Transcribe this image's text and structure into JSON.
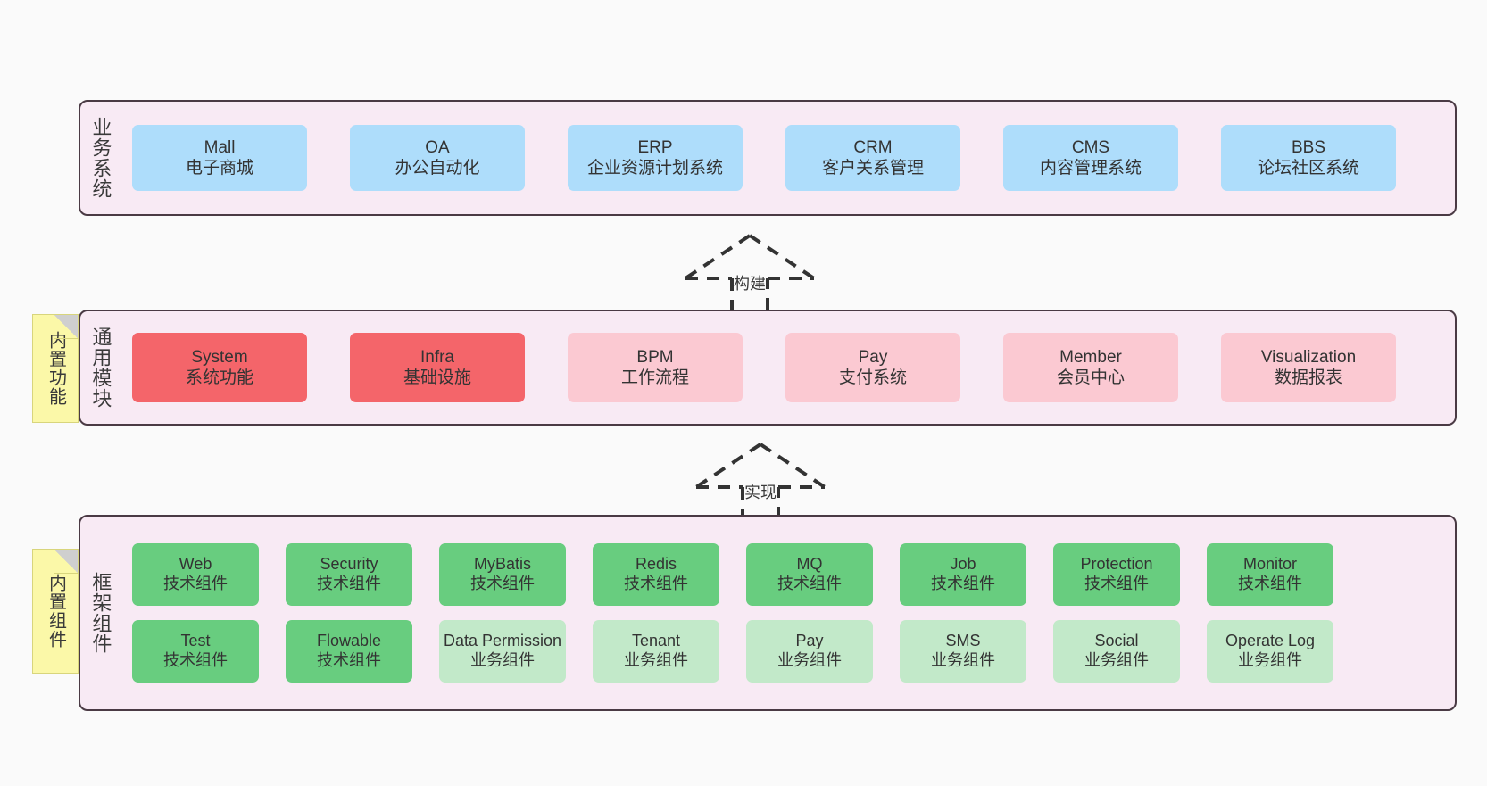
{
  "diagram": {
    "background_color": "#fafafa",
    "panel_fill": "#f8eaf4",
    "panel_border": "#4a3a44"
  },
  "layers": [
    {
      "id": "business",
      "title": "业务系统",
      "rows": [
        [
          {
            "name": "Mall",
            "desc": "电子商城",
            "color": "#aeddfb"
          },
          {
            "name": "OA",
            "desc": "办公自动化",
            "color": "#aeddfb"
          },
          {
            "name": "ERP",
            "desc": "企业资源计划系统",
            "color": "#aeddfb"
          },
          {
            "name": "CRM",
            "desc": "客户关系管理",
            "color": "#aeddfb"
          },
          {
            "name": "CMS",
            "desc": "内容管理系统",
            "color": "#aeddfb"
          },
          {
            "name": "BBS",
            "desc": "论坛社区系统",
            "color": "#aeddfb"
          }
        ]
      ]
    },
    {
      "id": "common",
      "title": "通用模块",
      "note": "内置功能",
      "rows": [
        [
          {
            "name": "System",
            "desc": "系统功能",
            "color": "#f4656a"
          },
          {
            "name": "Infra",
            "desc": "基础设施",
            "color": "#f4656a"
          },
          {
            "name": "BPM",
            "desc": "工作流程",
            "color": "#fbc9d2"
          },
          {
            "name": "Pay",
            "desc": "支付系统",
            "color": "#fbc9d2"
          },
          {
            "name": "Member",
            "desc": "会员中心",
            "color": "#fbc9d2"
          },
          {
            "name": "Visualization",
            "desc": "数据报表",
            "color": "#fbc9d2"
          }
        ]
      ]
    },
    {
      "id": "framework",
      "title": "框架组件",
      "note": "内置组件",
      "rows": [
        [
          {
            "name": "Web",
            "desc": "技术组件",
            "color": "#68cd7f"
          },
          {
            "name": "Security",
            "desc": "技术组件",
            "color": "#68cd7f"
          },
          {
            "name": "MyBatis",
            "desc": "技术组件",
            "color": "#68cd7f"
          },
          {
            "name": "Redis",
            "desc": "技术组件",
            "color": "#68cd7f"
          },
          {
            "name": "MQ",
            "desc": "技术组件",
            "color": "#68cd7f"
          },
          {
            "name": "Job",
            "desc": "技术组件",
            "color": "#68cd7f"
          },
          {
            "name": "Protection",
            "desc": "技术组件",
            "color": "#68cd7f"
          },
          {
            "name": "Monitor",
            "desc": "技术组件",
            "color": "#68cd7f"
          }
        ],
        [
          {
            "name": "Test",
            "desc": "技术组件",
            "color": "#68cd7f"
          },
          {
            "name": "Flowable",
            "desc": "技术组件",
            "color": "#68cd7f"
          },
          {
            "name": "Data Permission",
            "desc": "业务组件",
            "color": "#c2e9c9"
          },
          {
            "name": "Tenant",
            "desc": "业务组件",
            "color": "#c2e9c9"
          },
          {
            "name": "Pay",
            "desc": "业务组件",
            "color": "#c2e9c9"
          },
          {
            "name": "SMS",
            "desc": "业务组件",
            "color": "#c2e9c9"
          },
          {
            "name": "Social",
            "desc": "业务组件",
            "color": "#c2e9c9"
          },
          {
            "name": "Operate Log",
            "desc": "业务组件",
            "color": "#c2e9c9"
          }
        ]
      ]
    }
  ],
  "connectors": [
    {
      "id": "build",
      "label": "构建",
      "style": "dashed-generalization-up"
    },
    {
      "id": "impl",
      "label": "实现",
      "style": "dashed-generalization-up"
    }
  ]
}
